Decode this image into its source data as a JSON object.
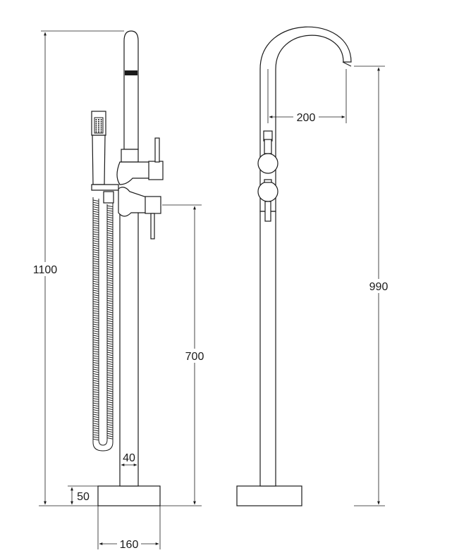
{
  "dimensions": {
    "total_height": "1100",
    "handle_height": "700",
    "base_height": "50",
    "base_width": "160",
    "pipe_diameter": "40",
    "spout_reach": "200",
    "spout_height": "990"
  },
  "colors": {
    "line": "#1a1a1a",
    "background": "#ffffff"
  }
}
